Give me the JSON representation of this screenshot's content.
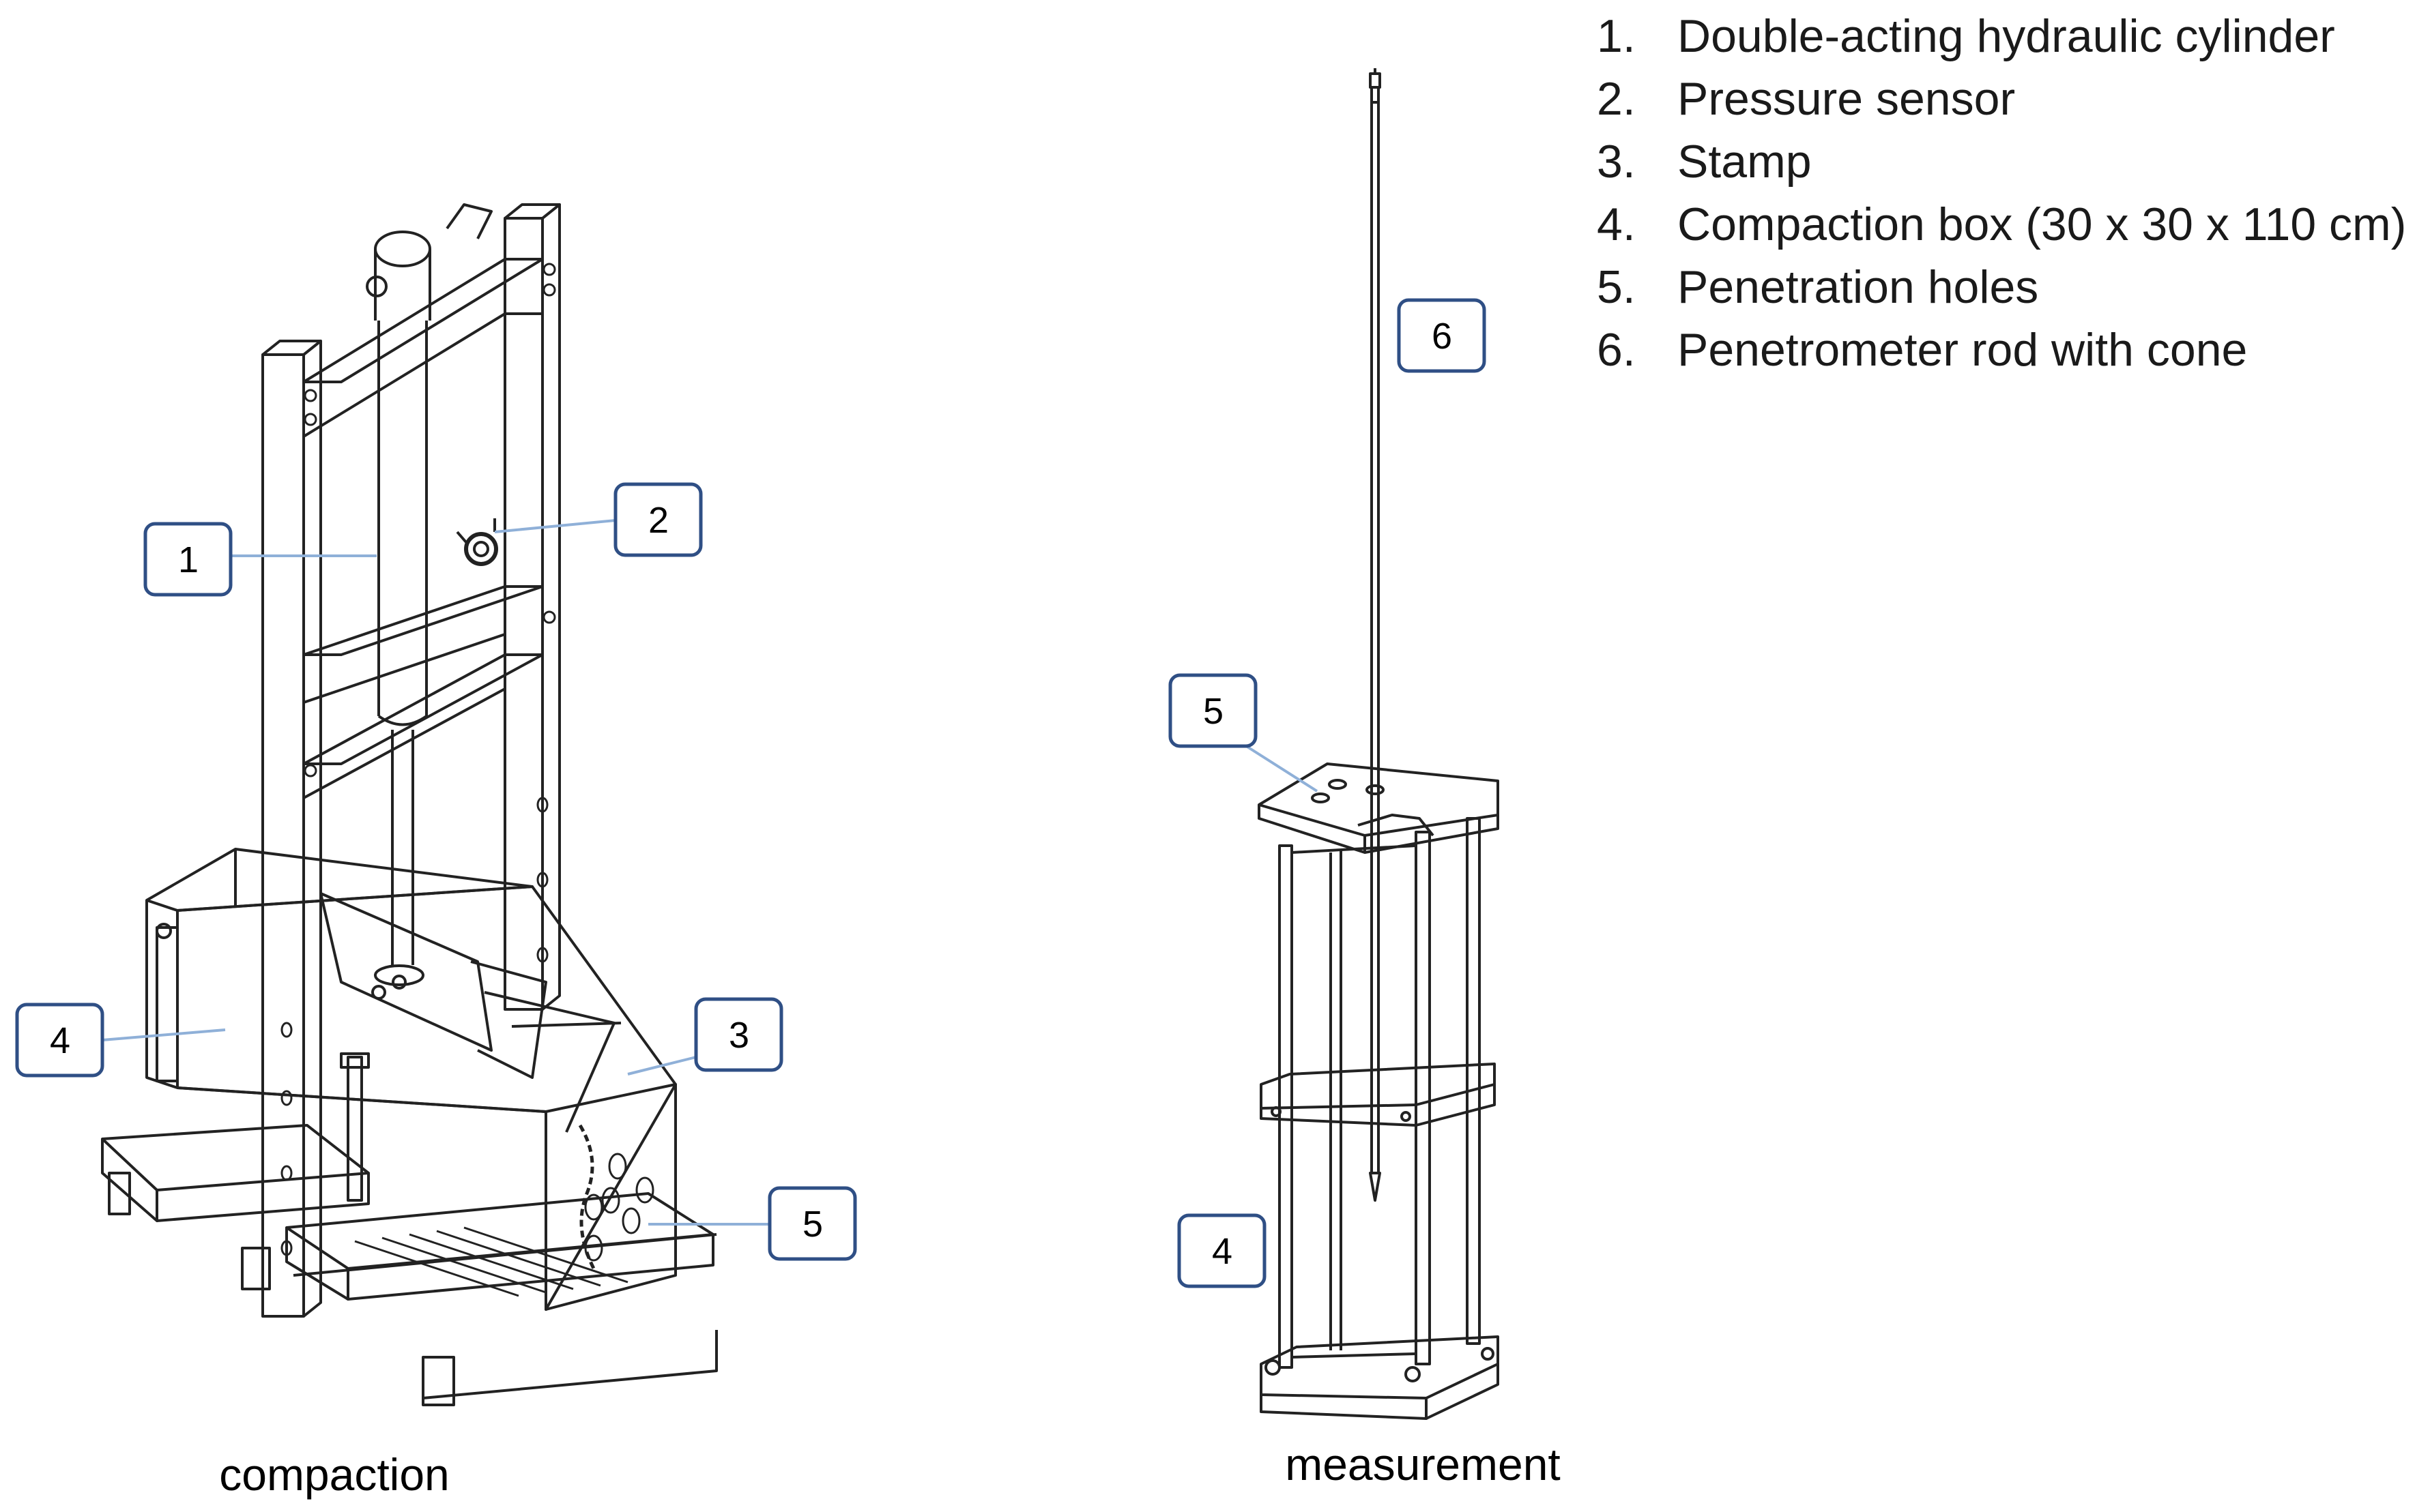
{
  "legend": [
    {
      "number": "1.",
      "text": "Double-acting hydraulic cylinder"
    },
    {
      "number": "2.",
      "text": "Pressure sensor"
    },
    {
      "number": "3.",
      "text": "Stamp"
    },
    {
      "number": "4.",
      "text": "Compaction box (30 x 30 x 110 cm)"
    },
    {
      "number": "5.",
      "text": "Penetration holes"
    },
    {
      "number": "6.",
      "text": "Penetrometer rod with cone"
    }
  ],
  "callouts": {
    "compaction": [
      "1",
      "2",
      "3",
      "4",
      "5"
    ],
    "measurement": [
      "5",
      "4",
      "6"
    ]
  },
  "captions": {
    "left": "compaction",
    "right": "measurement"
  },
  "colors": {
    "callout_border": "#2f4f85",
    "leader_line": "#8fb0d8",
    "drawing_line": "#222222"
  }
}
